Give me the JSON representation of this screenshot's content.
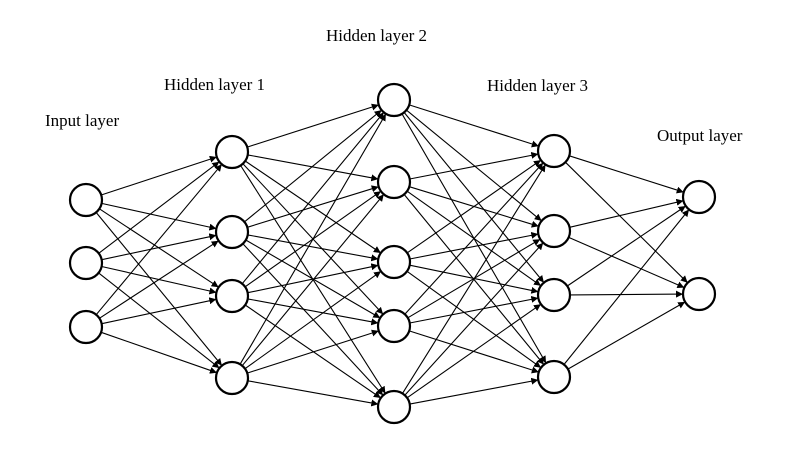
{
  "diagram": {
    "type": "feedforward-neural-network",
    "colors": {
      "stroke": "#000000",
      "node_fill": "#ffffff",
      "background": "#ffffff"
    },
    "layers": [
      {
        "id": "input",
        "label": "Input layer",
        "neurons": 3
      },
      {
        "id": "hidden1",
        "label": "Hidden layer 1",
        "neurons": 4
      },
      {
        "id": "hidden2",
        "label": "Hidden layer 2",
        "neurons": 5
      },
      {
        "id": "hidden3",
        "label": "Hidden layer 3",
        "neurons": 4
      },
      {
        "id": "output",
        "label": "Output layer",
        "neurons": 2
      }
    ],
    "connectivity": "fully-connected",
    "edge_style": "arrow"
  }
}
